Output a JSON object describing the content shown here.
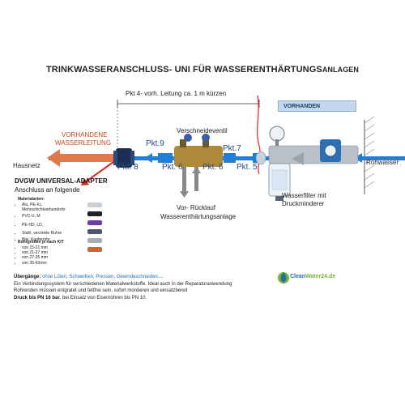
{
  "title": {
    "main": "TRINKWASSERANSCHLUSS- UNI  FÜR WASSERENTHÄRTUNGS",
    "suffix": "ANLAGEN"
  },
  "labels": {
    "pkt4": "Pkt 4-   vorh. Leitung ca. 1 m kürzen",
    "vorhanden_box": "VORHANDEN",
    "vorhandene_wasserleitung_1": "VORHANDENE",
    "vorhandene_wasserleitung_2": "WASSERLEITUNG",
    "verschneideventil": "Verschneideventil",
    "hausnetz": "Hausnetz",
    "rohwasser": "Rohwasser",
    "vor_ruecklauf_1": "Vor- Rücklauf",
    "vor_ruecklauf_2": "Wasserenthärtungsanlage",
    "wasserfilter_1": "Wasserfilter mit",
    "wasserfilter_2": "Druckminderer"
  },
  "points": {
    "pkt9": "Pkt.9",
    "pkt7": "Pkt.7",
    "pkt8": "Pkt. 8",
    "pkt6a": "Pkt. 6",
    "pkt6b": "Pkt. 6",
    "pkt5": "Pkt. 5"
  },
  "adapter": {
    "title": "DVGW UNIVERSAL-ADAPTER",
    "subtitle": "Anschluss an folgende",
    "materials_heading": "Materialarten:",
    "materials": [
      "Alu, PE-Xc,",
      "Mehrschichtverbundrohr",
      "PVC-U, M",
      "PE-HD, LD,",
      "Stahl, verzinkte Rohre",
      "Blei, Kupferrohr"
    ],
    "sizes_heading": "Rohrgrößen je nach KIT",
    "sizes": [
      "von 15-21 mm",
      "von 21-27 mm",
      "von 27-35 mm",
      "von 35-60mm"
    ]
  },
  "footer": {
    "line1_prefix": "Übergänge: ",
    "line1_highlight": "ohne Löten, Schweißen, Pressen, Gewindeschneiden",
    "line1_suffix": "....",
    "line2": "Ein Verbindungssystem für verschiedenen Materialwerkstoffe. Ideal auch in der Reparaturanwendung",
    "line3": "Rohrenden müssen entgratet und fettfrei sein, sofort montieren und einsatzbereit",
    "line4_bold": "Druck bis PN 16 bar",
    "line4_rest": ", bei Einsatz von Eisenrohren bis PN 10."
  },
  "logo": {
    "text_a": "Clean",
    "text_b": "Water24.de"
  },
  "colors": {
    "pipe_blue": "#1f7fd8",
    "arrow_orange": "#e07a4a",
    "red": "#d8281e",
    "box_blue": "#c4d7ec",
    "logo_green": "#7ab32e"
  }
}
